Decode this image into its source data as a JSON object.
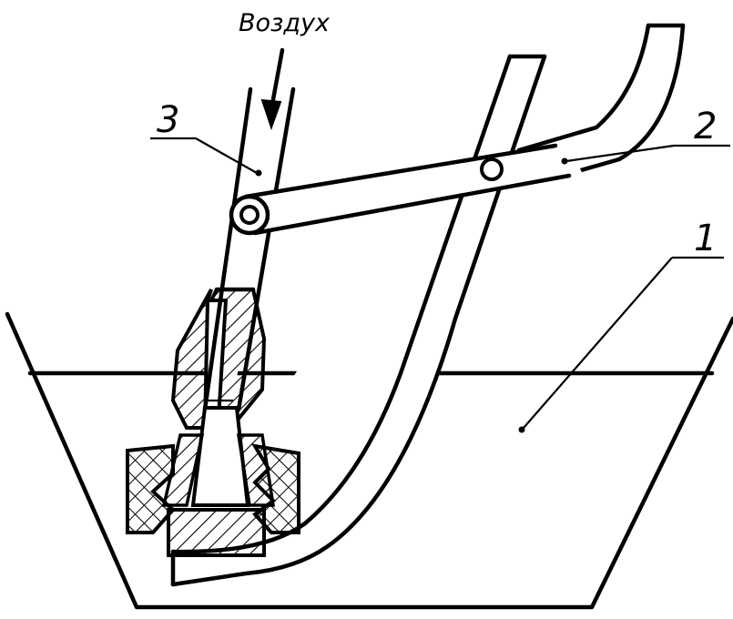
{
  "labels": {
    "air": "Воздух",
    "part_1": "1",
    "part_2": "2",
    "part_3": "3"
  },
  "colors": {
    "line": "#000000",
    "background": "#ffffff"
  }
}
